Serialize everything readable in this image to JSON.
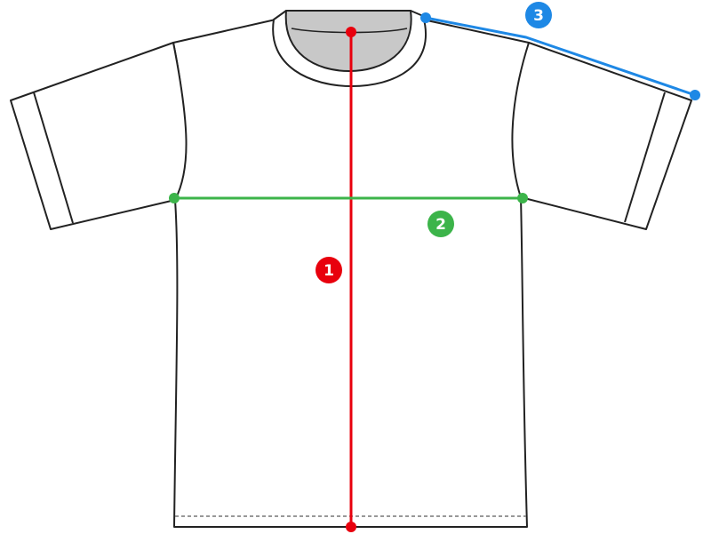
{
  "diagram": {
    "markers": [
      {
        "number": "1",
        "measure": "length",
        "color": "#e8000d"
      },
      {
        "number": "2",
        "measure": "chest-width",
        "color": "#3cb44a"
      },
      {
        "number": "3",
        "measure": "sleeve-length",
        "color": "#1e88e5"
      }
    ],
    "garment_outline_color": "#222222",
    "collar_inner_color": "#c8c8c8"
  }
}
